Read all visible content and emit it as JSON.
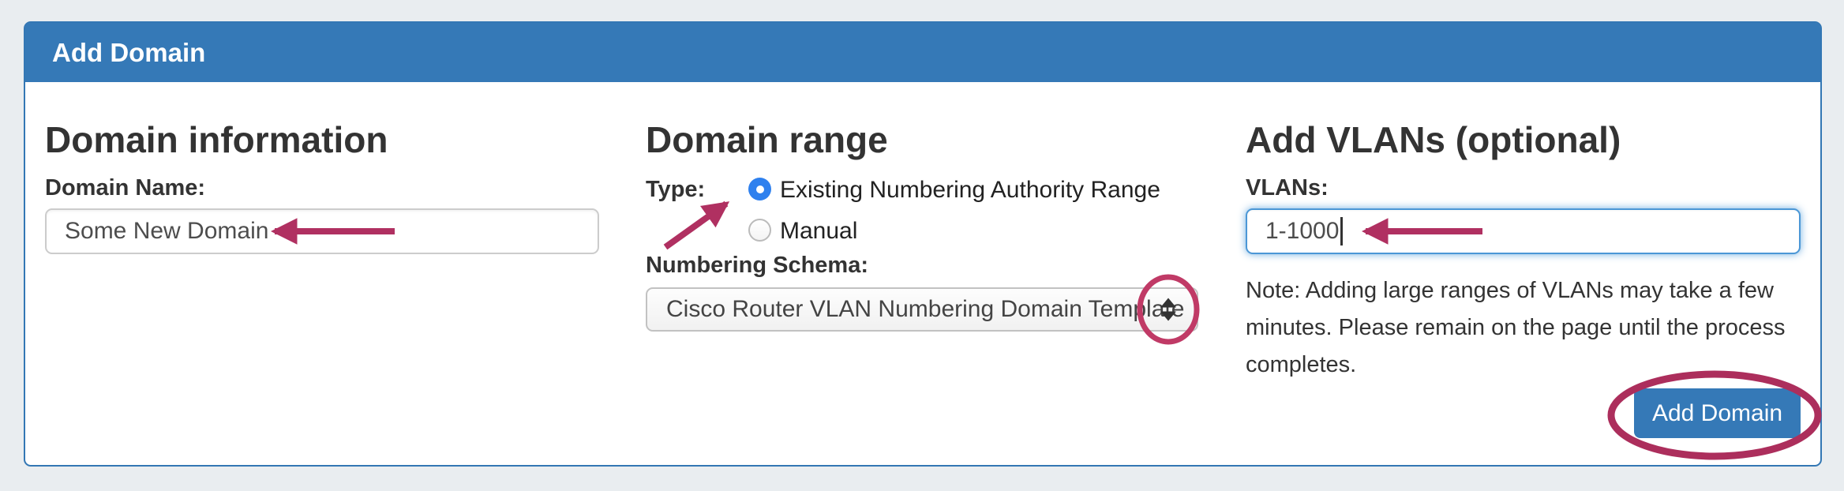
{
  "colors": {
    "accent_blue": "#3579b7",
    "panel_border": "#3377b4",
    "annotation_pink": "#b03061",
    "selected_radio_blue": "#2e80ee",
    "focused_input_border": "#4b97d6",
    "page_background": "#e9edf0"
  },
  "icons": {
    "select_updown": "up-down-arrows",
    "annotation_arrows": "left-pointing-arrow",
    "annotation_circles": "hand-drawn-ellipse"
  },
  "panel": {
    "title": "Add Domain"
  },
  "domain_information": {
    "heading": "Domain information",
    "domain_name_label": "Domain Name:",
    "domain_name_value": "Some New Domain",
    "domain_name_placeholder": ""
  },
  "domain_range": {
    "heading": "Domain range",
    "type_label": "Type:",
    "type_options": [
      {
        "label": "Existing Numbering Authority Range",
        "selected": true
      },
      {
        "label": "Manual",
        "selected": false
      }
    ],
    "numbering_schema_label": "Numbering Schema:",
    "numbering_schema_value": "Cisco Router VLAN Numbering Domain Template"
  },
  "add_vlans": {
    "heading": "Add VLANs (optional)",
    "vlans_label": "VLANs:",
    "vlans_value": "1-1000",
    "vlans_placeholder": "",
    "note_lines": [
      "Note: Adding large ranges of VLANs may take a few",
      "minutes. Please remain on the page until the process",
      "completes."
    ],
    "add_domain_button": "Add Domain"
  }
}
